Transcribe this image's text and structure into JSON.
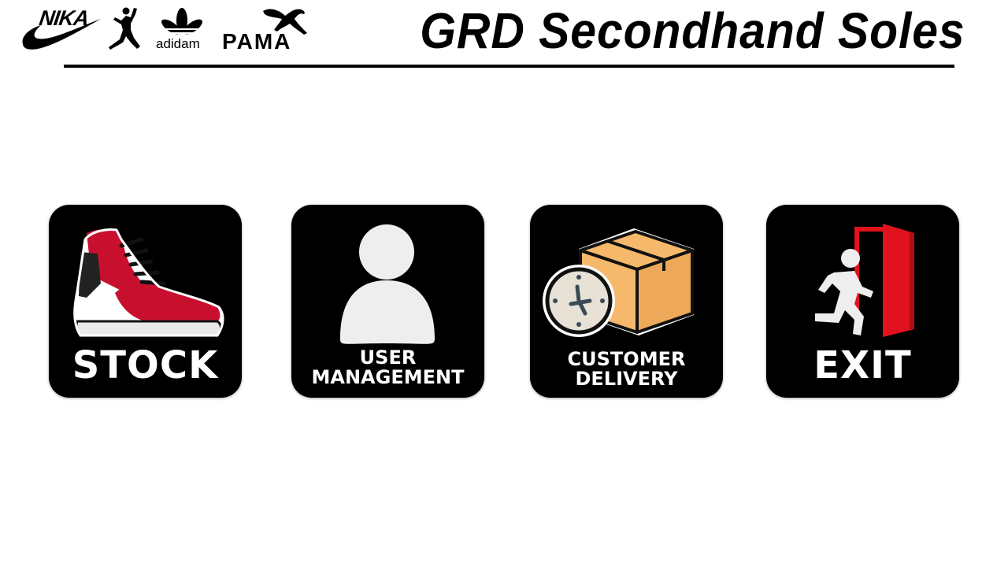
{
  "header": {
    "title": "GRD Secondhand Soles",
    "brand_logos": [
      {
        "text": "NIKA",
        "icon": "swoosh-logo-icon"
      },
      {
        "text": "",
        "icon": "jumpman-logo-icon"
      },
      {
        "text": "adidam",
        "icon": "trefoil-logo-icon"
      },
      {
        "text": "PAMA",
        "icon": "puma-cat-logo-icon"
      }
    ]
  },
  "menu": {
    "tiles": [
      {
        "label": "STOCK",
        "icon": "sneaker-icon"
      },
      {
        "label_line1": "USER",
        "label_line2": "MANAGEMENT",
        "icon": "user-icon"
      },
      {
        "label_line1": "CUSTOMER",
        "label_line2": "DELIVERY",
        "icon": "delivery-box-clock-icon"
      },
      {
        "label": "EXIT",
        "icon": "exit-door-icon"
      }
    ]
  },
  "colors": {
    "tile_background": "#000000",
    "sneaker_red": "#c8102e",
    "box_orange": "#f6b96b",
    "exit_red": "#e1121d",
    "icon_light": "#eeeeee"
  }
}
